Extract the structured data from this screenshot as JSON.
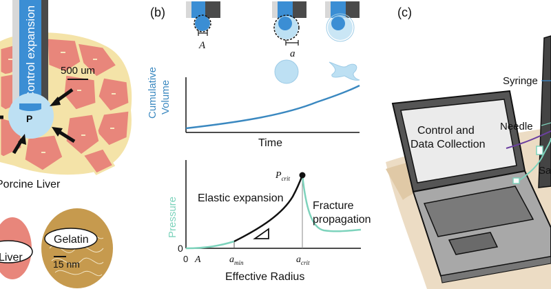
{
  "panel_a": {
    "probe_label": "Control expansion",
    "scale_bar_liver": "500 um",
    "center_label": "P",
    "tissue_label": "Porcine Liver",
    "liver_label": "Liver",
    "gelatin_label": "Gelatin",
    "scale_bar_gelatin": "15 nm"
  },
  "panel_b": {
    "label": "(b)",
    "dim_A": "A",
    "dim_a": "a",
    "volume_plot": {
      "ylabel_line1": "Cumulative",
      "ylabel_line2": "Volume",
      "xlabel": "Time"
    },
    "pressure_plot": {
      "ylabel": "Pressure",
      "xlabel": "Effective Radius",
      "peak_label_main": "P",
      "peak_label_sub": "crit",
      "elastic_label": "Elastic expansion",
      "fracture_line1": "Fracture",
      "fracture_line2": "propagation",
      "origin_0": "0",
      "tick_A": "A",
      "tick_amin_main": "a",
      "tick_amin_sub": "min",
      "tick_acrit_main": "a",
      "tick_acrit_sub": "crit",
      "y0": "0"
    }
  },
  "panel_c": {
    "label": "(c)",
    "screen_line1": "Control and",
    "screen_line2": "Data Collection",
    "syringe_label": "Syringe",
    "needle_label": "Needle",
    "sample_label_partial": "Sa"
  },
  "colors": {
    "liver_cell": "#e8867b",
    "liver_bg": "#f4e3a8",
    "probe_blue": "#3b8ed4",
    "bubble": "#bde0f3",
    "volume_curve": "#3a88c0",
    "pressure_green": "#7dd3bc",
    "gelatin": "#c69a4e"
  }
}
